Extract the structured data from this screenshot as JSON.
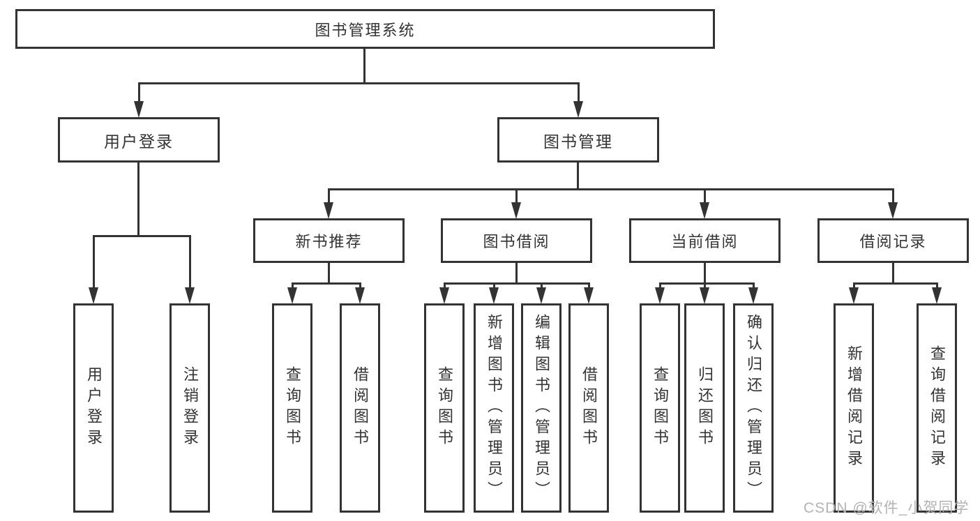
{
  "diagram": {
    "title_node": {
      "label": "图书管理系统"
    },
    "level2": [
      {
        "label": "用户登录"
      },
      {
        "label": "图书管理"
      }
    ],
    "level3": [
      {
        "label": "新书推荐"
      },
      {
        "label": "图书借阅"
      },
      {
        "label": "当前借阅"
      },
      {
        "label": "借阅记录"
      }
    ],
    "leaves": [
      {
        "label": "用户登录",
        "parent": "用户登录"
      },
      {
        "label": "注销登录",
        "parent": "用户登录"
      },
      {
        "label": "查询图书",
        "parent": "新书推荐"
      },
      {
        "label": "借阅图书",
        "parent": "新书推荐"
      },
      {
        "label": "查询图书",
        "parent": "图书借阅"
      },
      {
        "label": "新增图书（管理员）",
        "parent": "图书借阅"
      },
      {
        "label": "编辑图书（管理员）",
        "parent": "图书借阅"
      },
      {
        "label": "借阅图书",
        "parent": "图书借阅"
      },
      {
        "label": "查询图书",
        "parent": "当前借阅"
      },
      {
        "label": "归还图书",
        "parent": "当前借阅"
      },
      {
        "label": "确认归还（管理员）",
        "parent": "当前借阅"
      },
      {
        "label": "新增借阅记录",
        "parent": "借阅记录"
      },
      {
        "label": "查询借阅记录",
        "parent": "借阅记录"
      }
    ]
  },
  "watermark": {
    "text": "CSDN @软件_小贺同学"
  },
  "colors": {
    "line": "#333333",
    "border": "#333333",
    "text": "#333333",
    "watermark": "#b3b3b3",
    "background": "#ffffff"
  }
}
